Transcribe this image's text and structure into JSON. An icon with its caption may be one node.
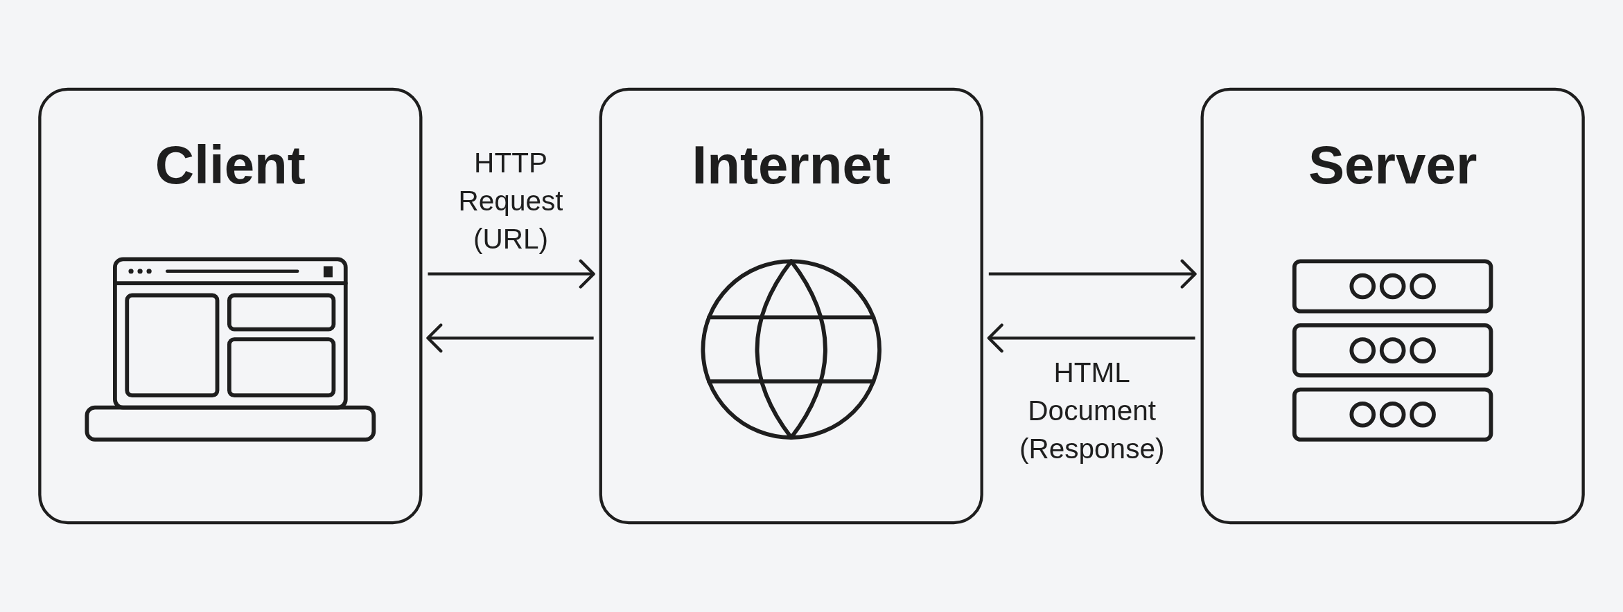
{
  "diagram": {
    "nodes": [
      {
        "text": [
          "Client"
        ]
      },
      {
        "text": [
          "Internet"
        ]
      },
      {
        "text": [
          "Server"
        ]
      }
    ],
    "edges": [
      {
        "from": 0,
        "to": 1,
        "arrow": "to",
        "label": "HTTP Request (URL)"
      },
      {
        "from": 1,
        "to": 0,
        "arrow": "to"
      },
      {
        "from": 1,
        "to": 2,
        "arrow": "to"
      },
      {
        "from": 2,
        "to": 1,
        "arrow": "to",
        "label": "HTML Document (Response)"
      }
    ]
  }
}
